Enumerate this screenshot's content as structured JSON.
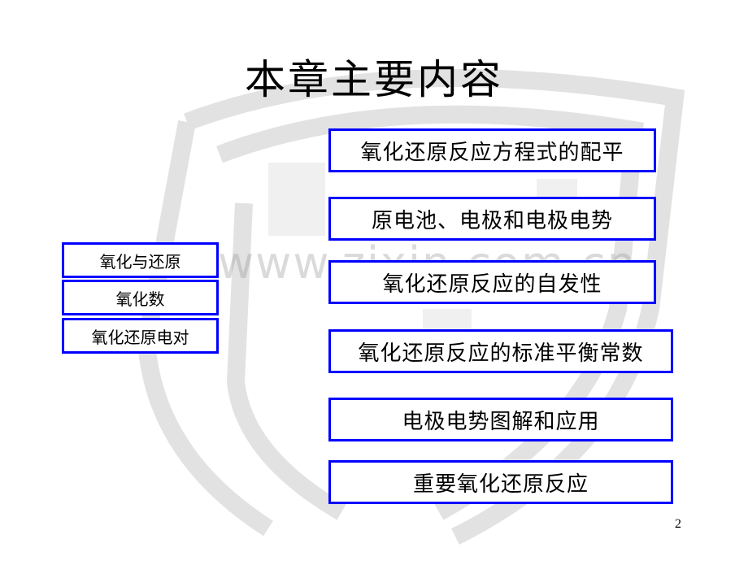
{
  "slide": {
    "title": "本章主要内容",
    "page_number": "2",
    "watermark": "www.zixin.com.cn",
    "accent_color": "#0000ff"
  },
  "left_boxes": [
    {
      "label": "氧化与还原"
    },
    {
      "label": "氧化数"
    },
    {
      "label": "氧化还原电对"
    }
  ],
  "right_boxes": [
    {
      "label": "氧化还原反应方程式的配平"
    },
    {
      "label": "原电池、电极和电极电势"
    },
    {
      "label": "氧化还原反应的自发性"
    },
    {
      "label": "氧化还原反应的标准平衡常数"
    },
    {
      "label": "电极电势图解和应用"
    },
    {
      "label": "重要氧化还原反应"
    }
  ]
}
